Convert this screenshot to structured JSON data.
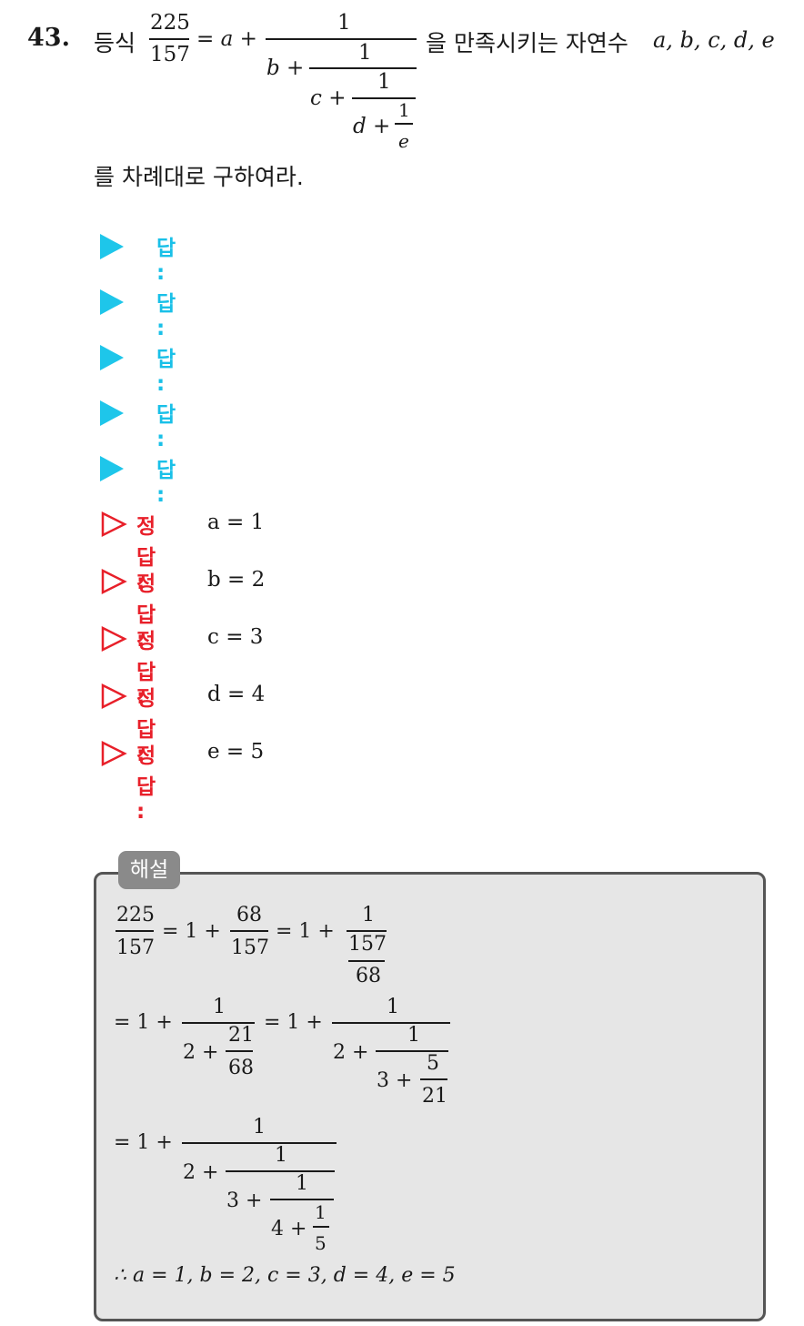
{
  "problem": {
    "number": "43.",
    "prefix": "등식",
    "suffix": "을 만족시키는 자연수",
    "line2": "를 차례대로 구하여라.",
    "variables": "a,  b,  c,  d,  e",
    "equation": {
      "lhs_num": "225",
      "lhs_den": "157",
      "eq_a": "= a +",
      "one": "1",
      "b_plus": "b +",
      "c_plus": "c +",
      "d_plus": "d +",
      "e": "e"
    }
  },
  "answer_prompts": [
    {
      "label": "답 :"
    },
    {
      "label": "답 :"
    },
    {
      "label": "답 :"
    },
    {
      "label": "답 :"
    },
    {
      "label": "답 :"
    }
  ],
  "solutions": [
    {
      "label": "정답 :",
      "value": "a = 1"
    },
    {
      "label": "정답 :",
      "value": "b = 2"
    },
    {
      "label": "정답 :",
      "value": "c = 3"
    },
    {
      "label": "정답 :",
      "value": "d = 4"
    },
    {
      "label": "정답 :",
      "value": "e = 5"
    }
  ],
  "explanation": {
    "tag": "해설",
    "line1": {
      "n1": "225",
      "d1": "157",
      "op1": "= 1 +",
      "n2": "68",
      "d2": "157",
      "op2": "= 1 +",
      "n3": "1",
      "n4": "157",
      "d4": "68"
    },
    "line2": {
      "op1": "= 1 +",
      "one": "1",
      "two_plus": "2 +",
      "n": "21",
      "d": "68",
      "op2": "= 1 +",
      "three_plus": "3 +",
      "n5": "5",
      "d21": "21"
    },
    "line3": {
      "op1": "= 1 +",
      "one": "1",
      "two_plus": "2 +",
      "three_plus": "3 +",
      "four_plus": "4 +",
      "five": "5"
    },
    "conclusion": "∴ a = 1,  b = 2,  c = 3,  d = 4,  e = 5",
    "accent_colors": {
      "cyan": "#1ec6ea",
      "red": "#e8202a",
      "box_bg": "#e6e6e6",
      "tag_bg": "#8a8a8a"
    }
  }
}
